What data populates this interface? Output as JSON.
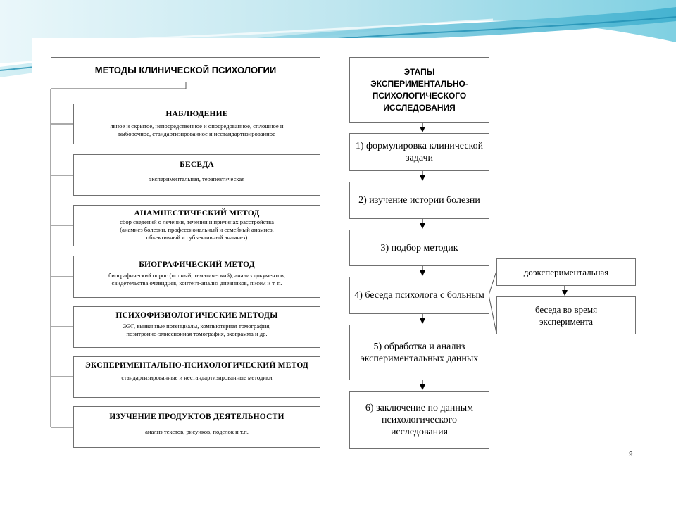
{
  "methods": {
    "title": "МЕТОДЫ КЛИНИЧЕСКОЙ ПСИХОЛОГИИ",
    "items": [
      {
        "title": "НАБЛЮДЕНИЕ",
        "lines": [
          "явное и скрытое, непосредственное и опосредованное, сплошное и",
          "выборочное, стандартизированное и нестандартизированное"
        ]
      },
      {
        "title": "БЕСЕДА",
        "lines": [
          "экспериментальная, терапевтическая"
        ]
      },
      {
        "title": "АНАМНЕСТИЧЕСКИЙ МЕТОД",
        "lines": [
          "сбор сведений о лечении, течении и причинах расстройства",
          "(анамнез болезни, профессиональный и семейный анамнез,",
          "объективный и субъективный анамнез)"
        ]
      },
      {
        "title": "БИОГРАФИЧЕСКИЙ МЕТОД",
        "lines": [
          "биографический опрос (полный, тематический), анализ документов,",
          "свидетельства очевидцев, контент-анализ дневников, писем и т. п."
        ]
      },
      {
        "title": "ПСИХОФИЗИОЛОГИЧЕСКИЕ МЕТОДЫ",
        "lines": [
          "ЭЭГ, вызванные потенциалы, компьютерная томография,",
          "позитронно-эмиссионная томография, эхограмма и др."
        ]
      },
      {
        "title": "ЭКСПЕРИМЕНТАЛЬНО-ПСИХОЛОГИЧЕСКИЙ МЕТОД",
        "lines": [
          "стандартизированные и нестандартизированные методики"
        ]
      },
      {
        "title": "ИЗУЧЕНИЕ ПРОДУКТОВ ДЕЯТЕЛЬНОСТИ",
        "lines": [
          "анализ текстов, рисунков, поделок и т.п."
        ]
      }
    ]
  },
  "stages": {
    "title": "ЭТАПЫ ЭКСПЕРИМЕНТАЛЬНО-ПСИХОЛОГИЧЕСКОГО ИССЛЕДОВАНИЯ",
    "items": [
      "1) формулировка клинической задачи",
      "2) изучение истории болезни",
      "3) подбор методик",
      "4) беседа психолога с больным",
      "5) обработка и анализ экспериментальных данных",
      "6) заключение по данным психологического исследования"
    ]
  },
  "conversation": {
    "items": [
      "доэкспериментальная",
      "беседа во время эксперимента"
    ]
  },
  "page_number": "9",
  "colors": {
    "border": "#707070",
    "wave_light": "#bfe6ef",
    "wave_dark": "#1f8fb3"
  }
}
